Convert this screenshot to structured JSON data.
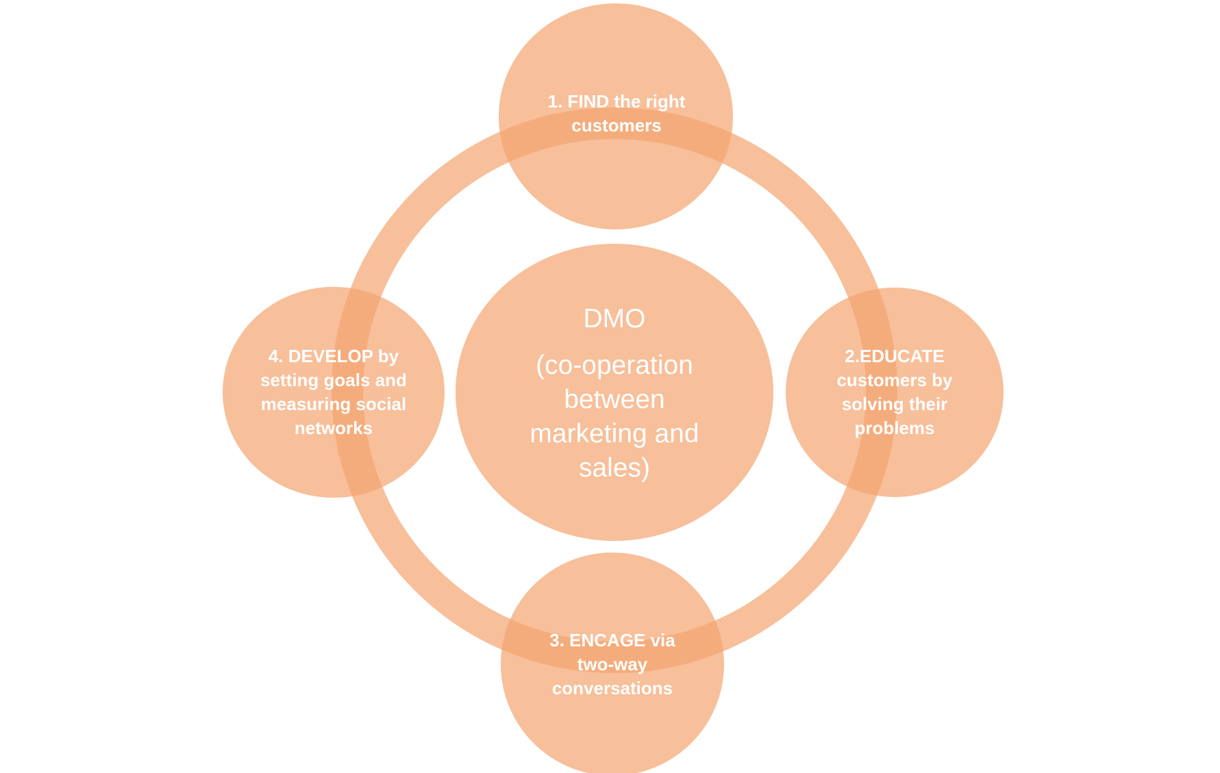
{
  "diagram": {
    "colors": {
      "circle_fill": "#f4a46f",
      "circle_opacity": 0.7,
      "text": "#ffffff",
      "background": "#ffffff"
    },
    "center": {
      "title": "DMO",
      "subtitle": "(co-operation between marketing and sales)"
    },
    "steps": [
      {
        "label": "1. FIND the right customers"
      },
      {
        "label": "2.EDUCATE customers by solving their problems"
      },
      {
        "label": "3. ENCAGE via two-way conversations"
      },
      {
        "label": "4. DEVELOP by setting goals and measuring social networks"
      }
    ]
  }
}
